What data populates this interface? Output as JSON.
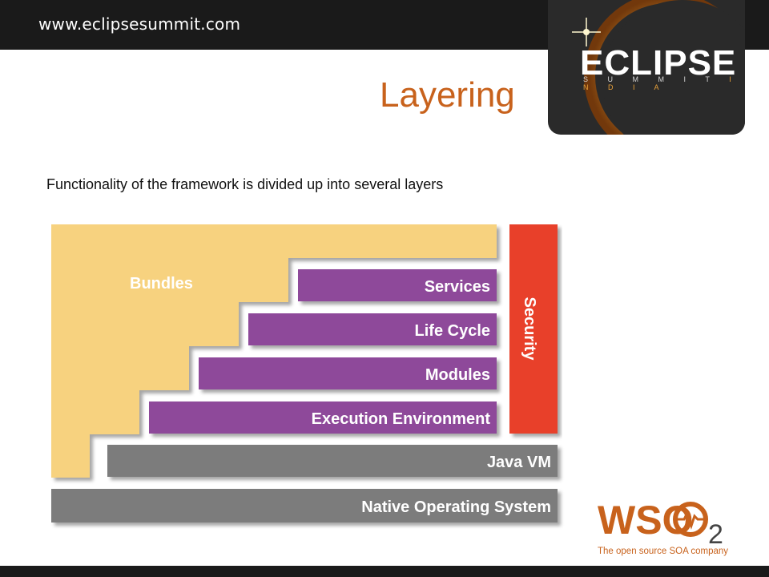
{
  "header": {
    "url": "www.eclipsesummit.com"
  },
  "badge": {
    "word": "ECLIPSE",
    "sub_left": "S U M M I T",
    "sub_right": "I N D I A"
  },
  "slide": {
    "title": "Layering",
    "text": "Functionality of the framework is divided up into several layers"
  },
  "layers": {
    "bundles": "Bundles",
    "services": "Services",
    "life_cycle": "Life Cycle",
    "modules": "Modules",
    "execution_environment": "Execution Environment",
    "security": "Security",
    "java_vm": "Java VM",
    "native_os": "Native Operating System"
  },
  "footer_logo": {
    "mark": "WSO",
    "sub": "2",
    "tagline": "The open source SOA company"
  },
  "colors": {
    "bundles": "#f7d27f",
    "framework_layers": "#8e4a9a",
    "security": "#e8412a",
    "platform": "#7b7b7b",
    "accent": "#c8621c"
  }
}
